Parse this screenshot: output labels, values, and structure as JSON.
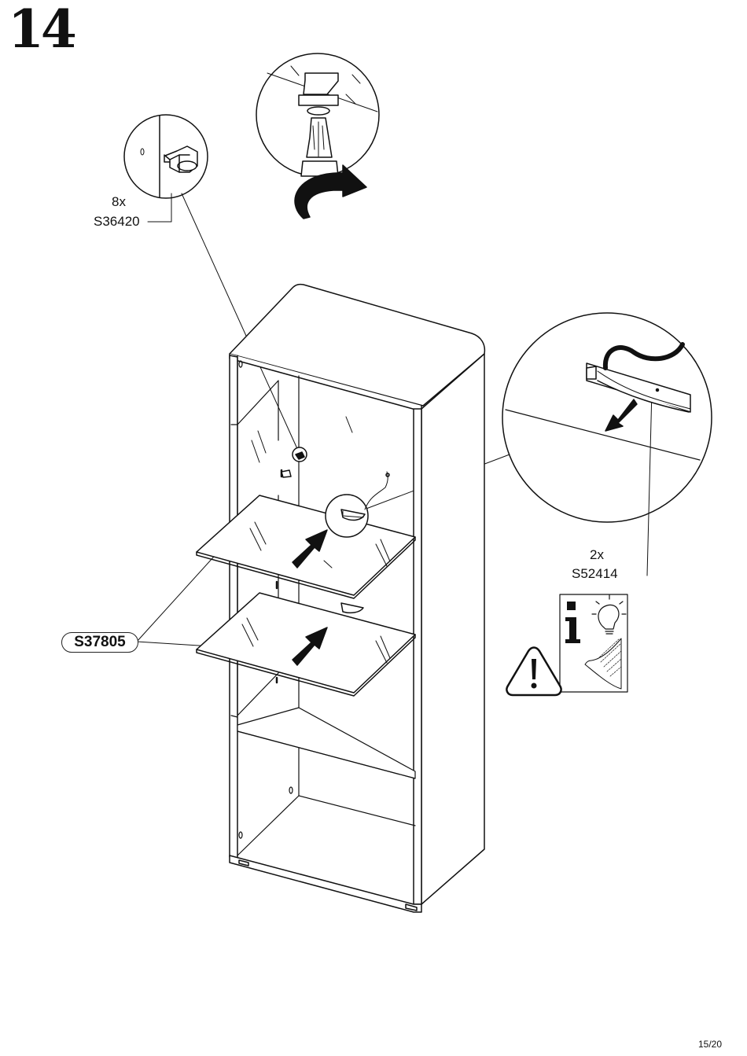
{
  "step": {
    "number": "14"
  },
  "callouts": {
    "shelf_support": {
      "qty": "8x",
      "part": "S36420"
    },
    "shelf_clip": {
      "qty": "2x",
      "part": "S52414"
    },
    "glass_shelf": {
      "part": "S37805"
    }
  },
  "icons": [
    "screwdriver-icon",
    "rotate-arrow-icon",
    "info-icon",
    "lightbulb-icon",
    "warning-icon",
    "up-arrow-icon"
  ],
  "footer": {
    "page": "15/20"
  }
}
